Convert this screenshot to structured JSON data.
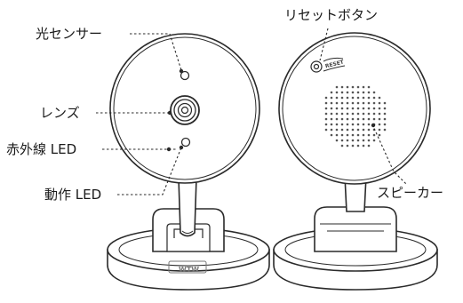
{
  "labels": {
    "light_sensor": "光センサー",
    "lens": "レンズ",
    "ir_led": "赤外線 LED",
    "motion_led": "動作 LED",
    "reset_button": "リセットボタン",
    "speaker": "スピーカー"
  },
  "device": {
    "reset_text": "RESET",
    "brand_logo": "WTW"
  },
  "colors": {
    "outline": "#2a2a2a",
    "fill": "#ffffff",
    "dots": "#555555"
  }
}
